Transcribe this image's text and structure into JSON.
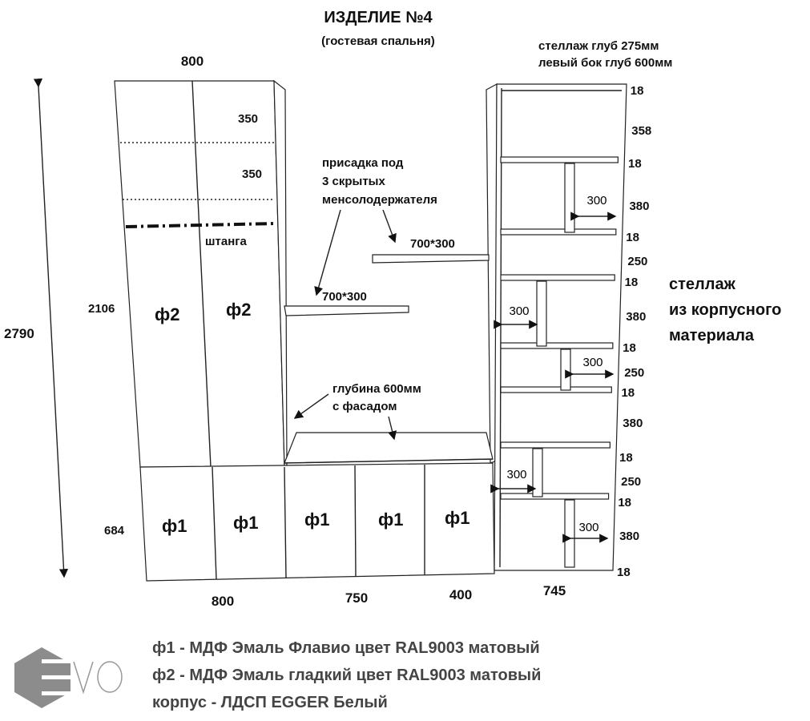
{
  "title": "ИЗДЕЛИЕ №4",
  "subtitle": "(гостевая спальня)",
  "notes_top_right": [
    "стеллаж глуб 275мм",
    "левый бок глуб 600мм"
  ],
  "side_label": [
    "стеллаж",
    "из корпусного",
    "материала"
  ],
  "shelf_note": [
    "присадка под",
    "3 скрытых",
    "менсолодержателя"
  ],
  "depth_note": [
    "глубина 600мм",
    "с фасадом"
  ],
  "rod_label": "штанга",
  "shelf_size_upper": "700*300",
  "shelf_size_lower": "700*300",
  "dims": {
    "top_width": "800",
    "total_height": "2790",
    "upper_height": "2106",
    "lower_height": "684",
    "upper_sections": [
      "350",
      "350"
    ],
    "bottom_widths": [
      "800",
      "750",
      "400",
      "745"
    ],
    "bookcase_heights": [
      "18",
      "358",
      "18",
      "380",
      "18",
      "250",
      "18",
      "380",
      "18",
      "250",
      "18",
      "380",
      "18",
      "250",
      "18",
      "380",
      "18"
    ],
    "niche_width": "300"
  },
  "facades": {
    "upper": [
      "ф2",
      "ф2"
    ],
    "lower": [
      "ф1",
      "ф1",
      "ф1",
      "ф1",
      "ф1"
    ]
  },
  "legend": [
    "ф1 - МДФ Эмаль Флавио цвет RAL9003 матовый",
    "ф2 - МДФ Эмаль гладкий цвет RAL9003 матовый",
    "корпус - ЛДСП EGGER Белый"
  ],
  "logo_text": "EVO",
  "colors": {
    "line": "#222222",
    "logo": "#8c8c8c",
    "legend_text": "#444444"
  }
}
